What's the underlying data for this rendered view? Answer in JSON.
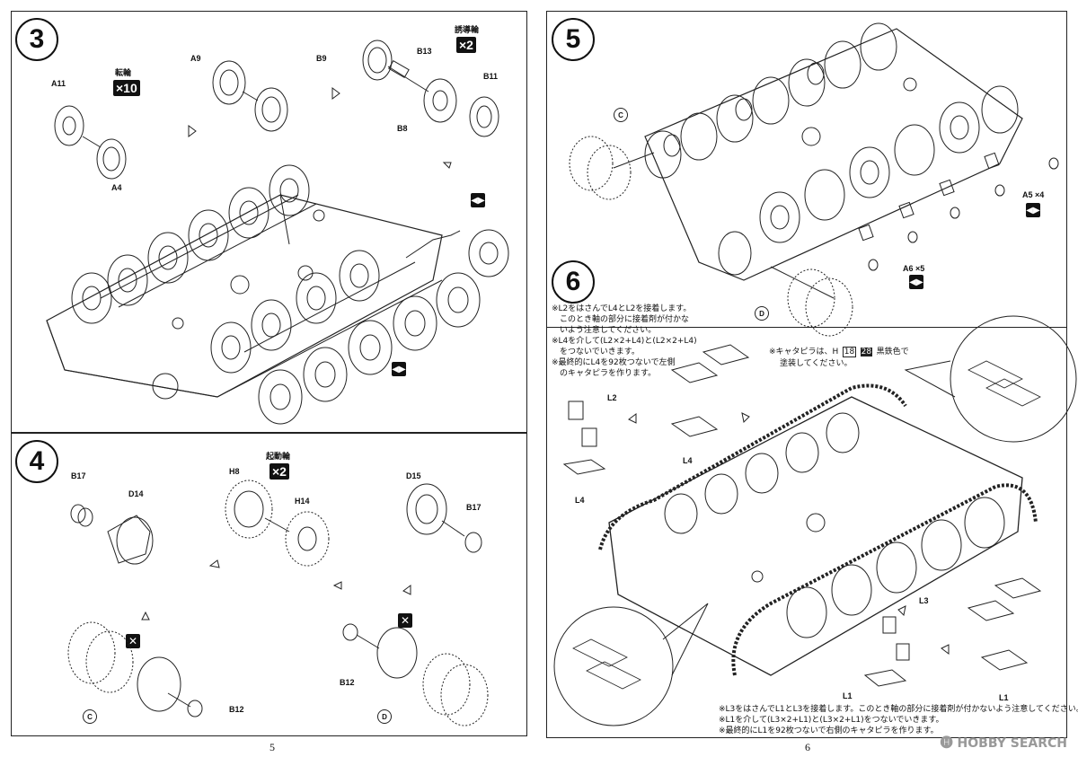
{
  "step3": {
    "number": "3",
    "road_wheel_label": "転輪",
    "road_wheel_qty": "×10",
    "idler_label": "誘導輪",
    "idler_qty": "×2",
    "parts": {
      "a11": "A11",
      "a4": "A4",
      "a9": "A9",
      "b9": "B9",
      "b13": "B13",
      "b11": "B11",
      "b8": "B8"
    },
    "mirror": "◀▶"
  },
  "step4": {
    "number": "4",
    "sprocket_label": "起動輪",
    "sprocket_qty": "×2",
    "parts": {
      "b17a": "B17",
      "d14": "D14",
      "h8": "H8",
      "h14": "H14",
      "d15": "D15",
      "b17b": "B17",
      "b12a": "B12",
      "b12b": "B12"
    },
    "sub_c": "C",
    "sub_d": "D",
    "no_glue": "✕"
  },
  "step5": {
    "number": "5",
    "parts": {
      "c": "C",
      "d": "D",
      "a5": "A5 ×4",
      "a6": "A6 ×5"
    },
    "mirror": "◀▶"
  },
  "step6": {
    "number": "6",
    "note_left": [
      "※L2をはさんでL4とL2を接着します。",
      "　このとき軸の部分に接着剤が付かな",
      "　いよう注意してください。",
      "※L4を介して(L2×2+L4)と(L2×2+L4)",
      "　をつないでいきます。",
      "※最終的にL4を92枚つないで左側",
      "　のキャタピラを作ります。"
    ],
    "paint_note_1": "※キャタピラは、H",
    "paint_note_code1": "18",
    "paint_note_code2": "28",
    "paint_note_2": "黒鉄色で",
    "paint_note_3": "塗装してください。",
    "note_bottom": [
      "※L3をはさんでL1とL3を接着します。このとき軸の部分に接着剤が付かないよう注意してください。",
      "※L1を介して(L3×2+L1)と(L3×2+L1)をつないでいきます。",
      "※最終的にL1を92枚つないで右側のキャタピラを作ります。"
    ],
    "parts": {
      "l2": "L2",
      "l4a": "L4",
      "l4b": "L4",
      "l3": "L3",
      "l1a": "L1",
      "l1b": "L1"
    }
  },
  "page_numbers": {
    "left": "5",
    "right": "6"
  },
  "watermark": "🅗 HOBBY SEARCH"
}
